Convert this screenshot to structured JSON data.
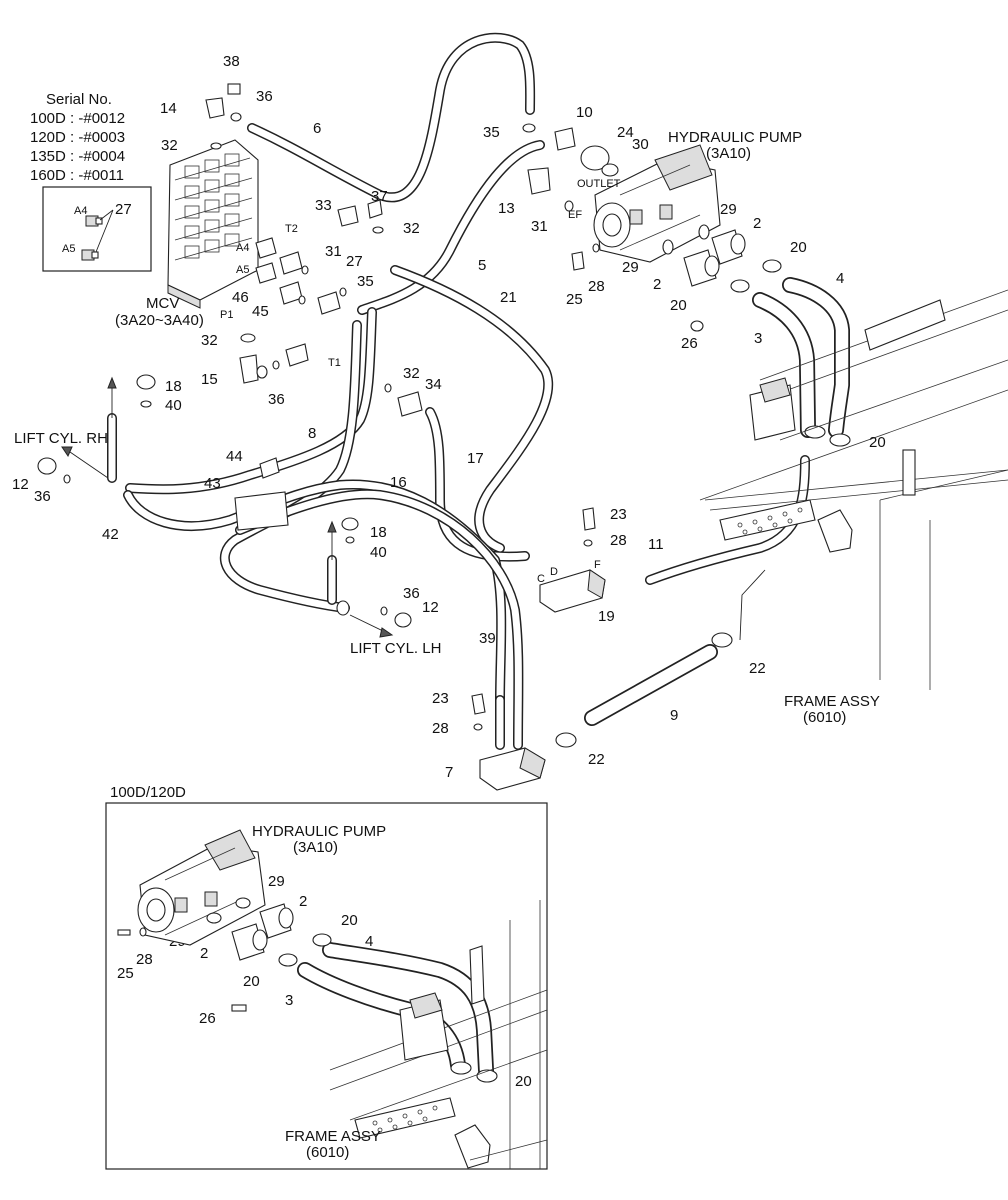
{
  "serial": {
    "heading": "Serial No.",
    "lines": [
      "100D : -#0012",
      "120D : -#0003",
      "135D : -#0004",
      "160D : -#0011"
    ]
  },
  "inset_label": "100D/120D",
  "captions": {
    "hydraulic_pump": "HYDRAULIC PUMP",
    "hydraulic_pump_code": "(3A10)",
    "mcv": "MCV",
    "mcv_code": "(3A20~3A40)",
    "lift_rh": "LIFT CYL. RH",
    "lift_lh": "LIFT CYL. LH",
    "frame_assy": "FRAME ASSY",
    "frame_assy_code": "(6010)",
    "outlet": "OUTLET",
    "port_ef": "EF",
    "port_t1": "T1",
    "port_t2": "T2",
    "port_p1": "P1",
    "port_a4": "A4",
    "port_a5": "A5",
    "port_c": "C",
    "port_d": "D",
    "port_f": "F"
  },
  "inset_captions": {
    "hydraulic_pump": "HYDRAULIC PUMP",
    "hydraulic_pump_code": "(3A10)",
    "frame_assy": "FRAME ASSY",
    "frame_assy_code": "(6010)"
  },
  "detail_box": {
    "callout": "27",
    "port_a4": "A4",
    "port_a5": "A5"
  },
  "callouts": [
    "38",
    "36",
    "14",
    "6",
    "32",
    "33",
    "37",
    "32",
    "31",
    "27",
    "35",
    "46",
    "45",
    "32",
    "15",
    "36",
    "18",
    "40",
    "12",
    "36",
    "42",
    "8",
    "16",
    "44",
    "43",
    "18",
    "40",
    "36",
    "12",
    "39",
    "23",
    "28",
    "7",
    "22",
    "9",
    "22",
    "19",
    "23",
    "28",
    "11",
    "17",
    "32",
    "34",
    "21",
    "5",
    "10",
    "24",
    "30",
    "35",
    "13",
    "31",
    "29",
    "2",
    "20",
    "29",
    "2",
    "20",
    "25",
    "28",
    "26",
    "3",
    "4",
    "20",
    "29",
    "2",
    "20",
    "29",
    "2",
    "25",
    "28",
    "20",
    "3",
    "4",
    "26",
    "20"
  ]
}
